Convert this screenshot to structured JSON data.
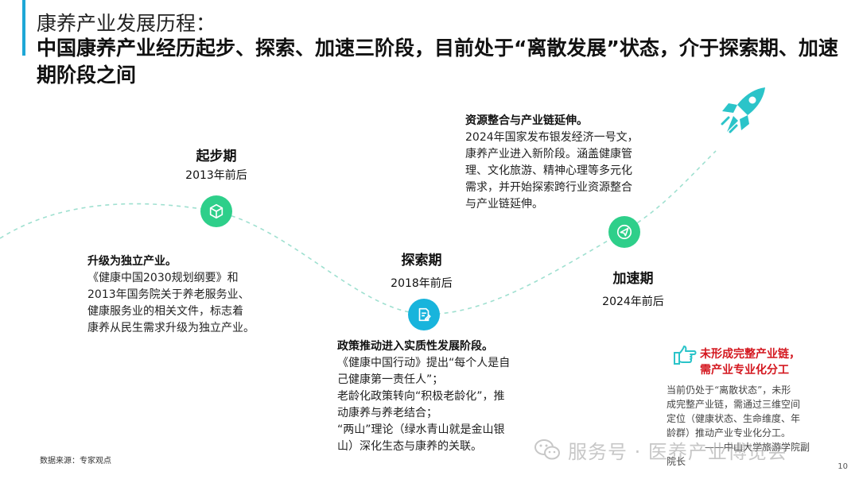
{
  "header": {
    "title_top": "康养产业发展历程：",
    "title_main": "中国康养产业经历起步、探索、加速三阶段，目前处于“离散发展”状态，介于探索期、加速期阶段之间"
  },
  "stages": [
    {
      "name": "起步期",
      "year": "2013年前后"
    },
    {
      "name": "探索期",
      "year": "2018年前后"
    },
    {
      "name": "加速期",
      "year": "2024年前后"
    }
  ],
  "blocks": {
    "start": {
      "head": "升级为独立产业。",
      "lines": [
        "《健康中国2030规划纲要》和",
        "2013年国务院关于养老服务业、",
        "健康服务业的相关文件，标志着",
        "康养从民生需求升级为独立产业。"
      ]
    },
    "explore": {
      "head": "政策推动进入实质性发展阶段。",
      "lines": [
        "《健康中国行动》提出“每个人是自",
        "己健康第一责任人”；",
        "老龄化政策转向“积极老龄化”，推",
        "动康养与养老结合；",
        "“两山”理论（绿水青山就是金山银",
        "山）深化生态与康养的关联。"
      ]
    },
    "accelerate": {
      "head": "资源整合与产业链延伸。",
      "lines": [
        "2024年国家发布银发经济一号文，",
        "康养产业进入新阶段。涵盖健康管",
        "理、文化旅游、精神心理等多元化",
        "需求，并开始探索跨行业资源整合",
        "与产业链延伸。"
      ]
    }
  },
  "callout": {
    "title_lines": [
      "未形成完整产业链，",
      "需产业专业化分工"
    ],
    "text_lines": [
      "当前仍处于“离散状态”，未形",
      "成完整产业链，需通过三维空间",
      "定位（健康状态、生命维度、年",
      "龄群）推动产业专业化分工。",
      "——中山大学旅游学院副",
      "院长"
    ]
  },
  "footer": {
    "source": "数据来源：专家观点",
    "page": "10"
  },
  "watermark": {
    "text": "服务号 · 医养产业博览会"
  },
  "colors": {
    "accent": "#1ea7d6",
    "stage1": "#2ecf8a",
    "stage2": "#18b4dc",
    "stage3": "#2ecf8a",
    "curve": "#9fe0d0",
    "rocket": "#2bc4c9",
    "callout_red": "#d4171f"
  },
  "icons": {
    "stage1": "cube-icon",
    "stage2": "document-edit-icon",
    "stage3": "paper-plane-icon",
    "rocket": "rocket-icon",
    "callout": "pointing-hand-icon",
    "watermark": "wechat-icon"
  }
}
